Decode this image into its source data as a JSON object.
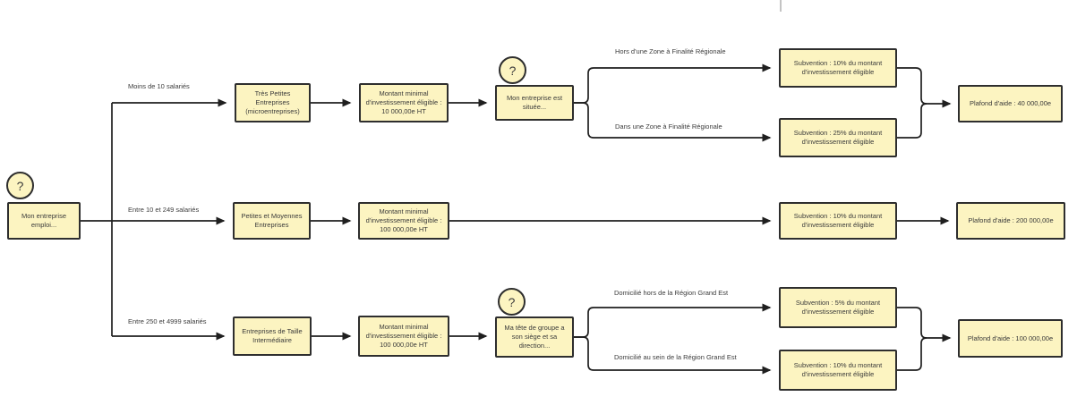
{
  "diagram": {
    "question_mark": "?",
    "colors": {
      "node_fill": "#FCF4C1",
      "node_border": "#2e2e2e",
      "line": "#1f1f1f"
    },
    "nodes": {
      "root": "Mon entreprise emploi...",
      "tpe": "Très Petites Entreprises (microentreprises)",
      "min_invest_10k": "Montant minimal d'investissement éligible : 10 000,00e HT",
      "situee": "Mon entreprise est située...",
      "sub10_top": "Subvention : 10% du montant d'investissement éligible",
      "sub25": "Subvention : 25% du montant d'investissement éligible",
      "plafond_40k": "Plafond d'aide : 40 000,00e",
      "pme": "Petites et Moyennes Entreprises",
      "min_invest_100k_mid": "Montant minimal d'investissement éligible : 100 000,00e HT",
      "sub10_mid": "Subvention : 10% du montant d'investissement éligible",
      "plafond_200k": "Plafond d'aide : 200 000,00e",
      "eti": "Entreprises de Taille Intermédiaire",
      "min_invest_100k_bot": "Montant minimal d'investissement éligible : 100 000,00e HT",
      "tete_groupe": "Ma tête de groupe a son siège et sa direction...",
      "sub5": "Subvention : 5% du montant d'investissement éligible",
      "sub10_bot": "Subvention : 10% du montant d'investissement éligible",
      "plafond_100k": "Plafond d'aide : 100 000,00e"
    },
    "edge_labels": {
      "moins_10": "Moins de 10 salariés",
      "entre_10_249": "Entre 10 et 249 salariés",
      "entre_250_4999": "Entre 250 et 4999 salariés",
      "hors_zfr": "Hors d'une Zone à Finalité Régionale",
      "dans_zfr": "Dans une Zone à Finalité Régionale",
      "hors_grand_est": "Domicilié hors de la Région Grand Est",
      "sein_grand_est": "Domicilié au sein de la Région Grand Est"
    }
  }
}
